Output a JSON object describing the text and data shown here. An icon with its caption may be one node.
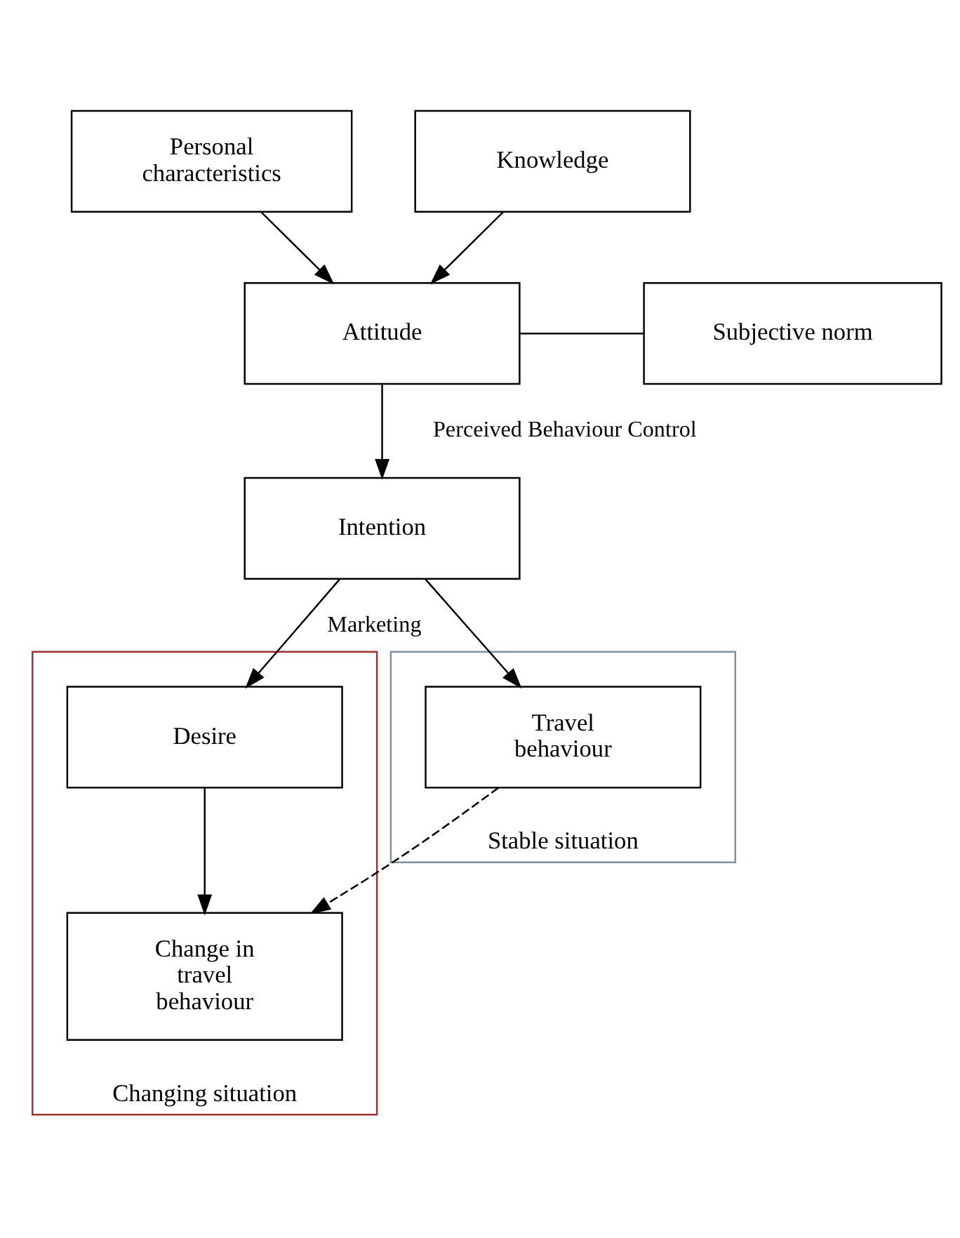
{
  "diagram": {
    "nodes": [
      {
        "text": [
          "Personal characteristics"
        ]
      },
      {
        "text": [
          "Knowledge"
        ]
      },
      {
        "text": [
          "Attitude"
        ]
      },
      {
        "text": [
          "Subjective norm"
        ]
      },
      {
        "text": [
          "Intention"
        ]
      },
      {
        "text": [
          "Stable situation"
        ]
      },
      {
        "text": [
          "Travel behaviour"
        ],
        "in": 5
      },
      {
        "text": [
          "Changing situation"
        ]
      },
      {
        "text": [
          "Desire"
        ],
        "in": 7
      },
      {
        "text": [
          "Change in travel behaviour"
        ],
        "in": 7
      }
    ],
    "edges": [
      {
        "from": 0,
        "to": 2,
        "arrow": "to"
      },
      {
        "from": 1,
        "to": 2,
        "arrow": "to"
      },
      {
        "from": 3,
        "to": 2,
        "arrow": "none"
      },
      {
        "from": 2,
        "to": 4,
        "arrow": "to",
        "label": "Perceived Behaviour Control"
      },
      {
        "from": 4,
        "to": 6,
        "arrow": "to"
      },
      {
        "from": 4,
        "to": 8,
        "arrow": "to",
        "label": "Marketing"
      },
      {
        "from": 8,
        "to": 9,
        "arrow": "to"
      },
      {
        "from": 6,
        "to": 9,
        "arrow": "to",
        "style": "dashed"
      }
    ]
  }
}
